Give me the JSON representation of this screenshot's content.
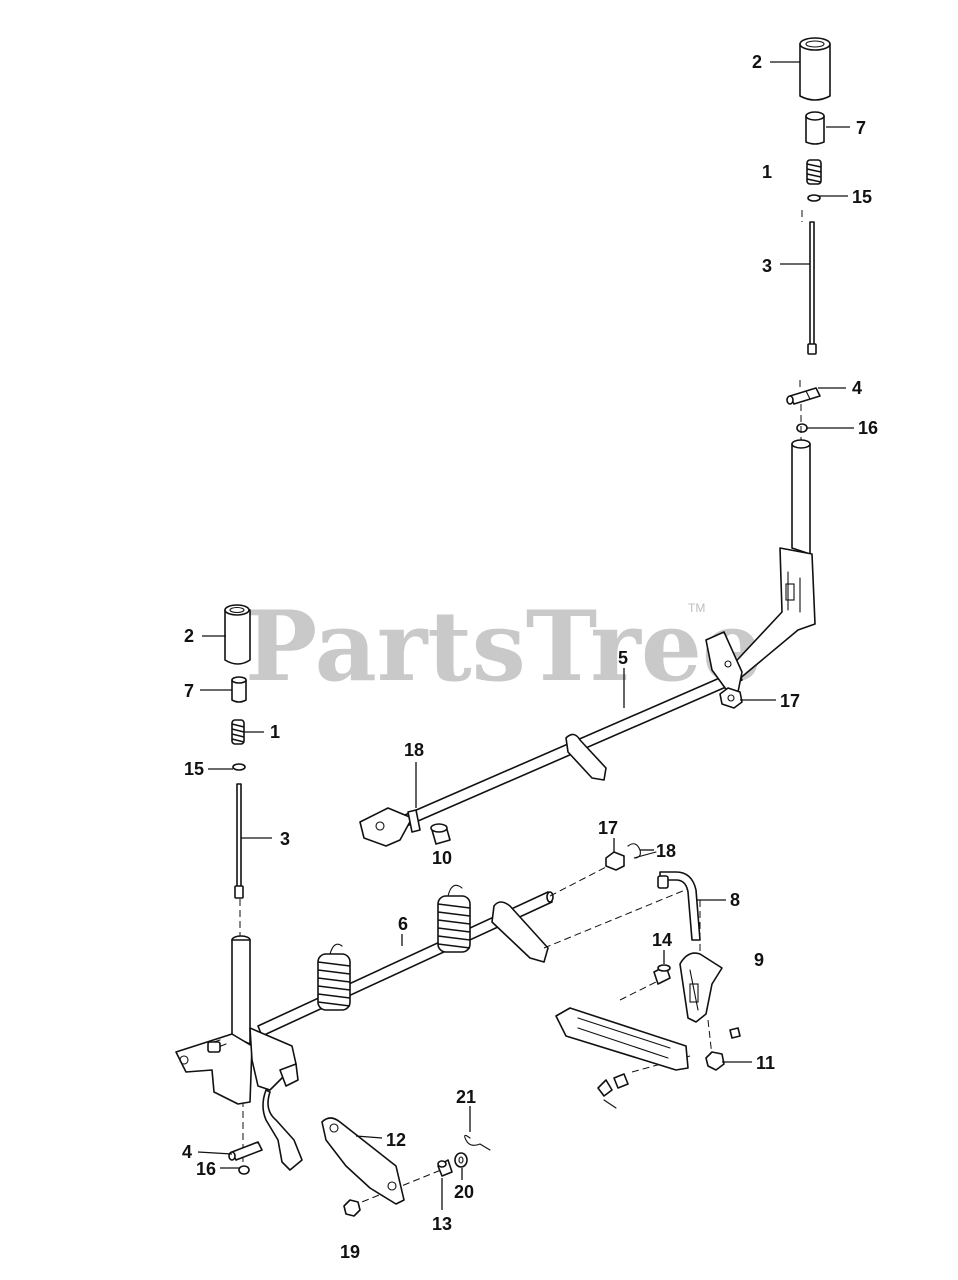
{
  "watermark": {
    "brand": "PartsTree",
    "trademark": "TM"
  },
  "callouts": {
    "upper_right": {
      "c2": "2",
      "c7": "7",
      "c1": "1",
      "c15": "15",
      "c3": "3",
      "c4": "4",
      "c16": "16"
    },
    "center": {
      "c5": "5",
      "c17a": "17",
      "c18a": "18",
      "c10": "10",
      "c17b": "17",
      "c18b": "18",
      "c8": "8",
      "c6": "6",
      "c14": "14",
      "c9": "9",
      "c11": "11"
    },
    "left": {
      "c2": "2",
      "c7": "7",
      "c1": "1",
      "c15": "15",
      "c3": "3",
      "c4": "4",
      "c16": "16",
      "c12": "12",
      "c21": "21",
      "c20": "20",
      "c13": "13",
      "c19": "19"
    }
  }
}
